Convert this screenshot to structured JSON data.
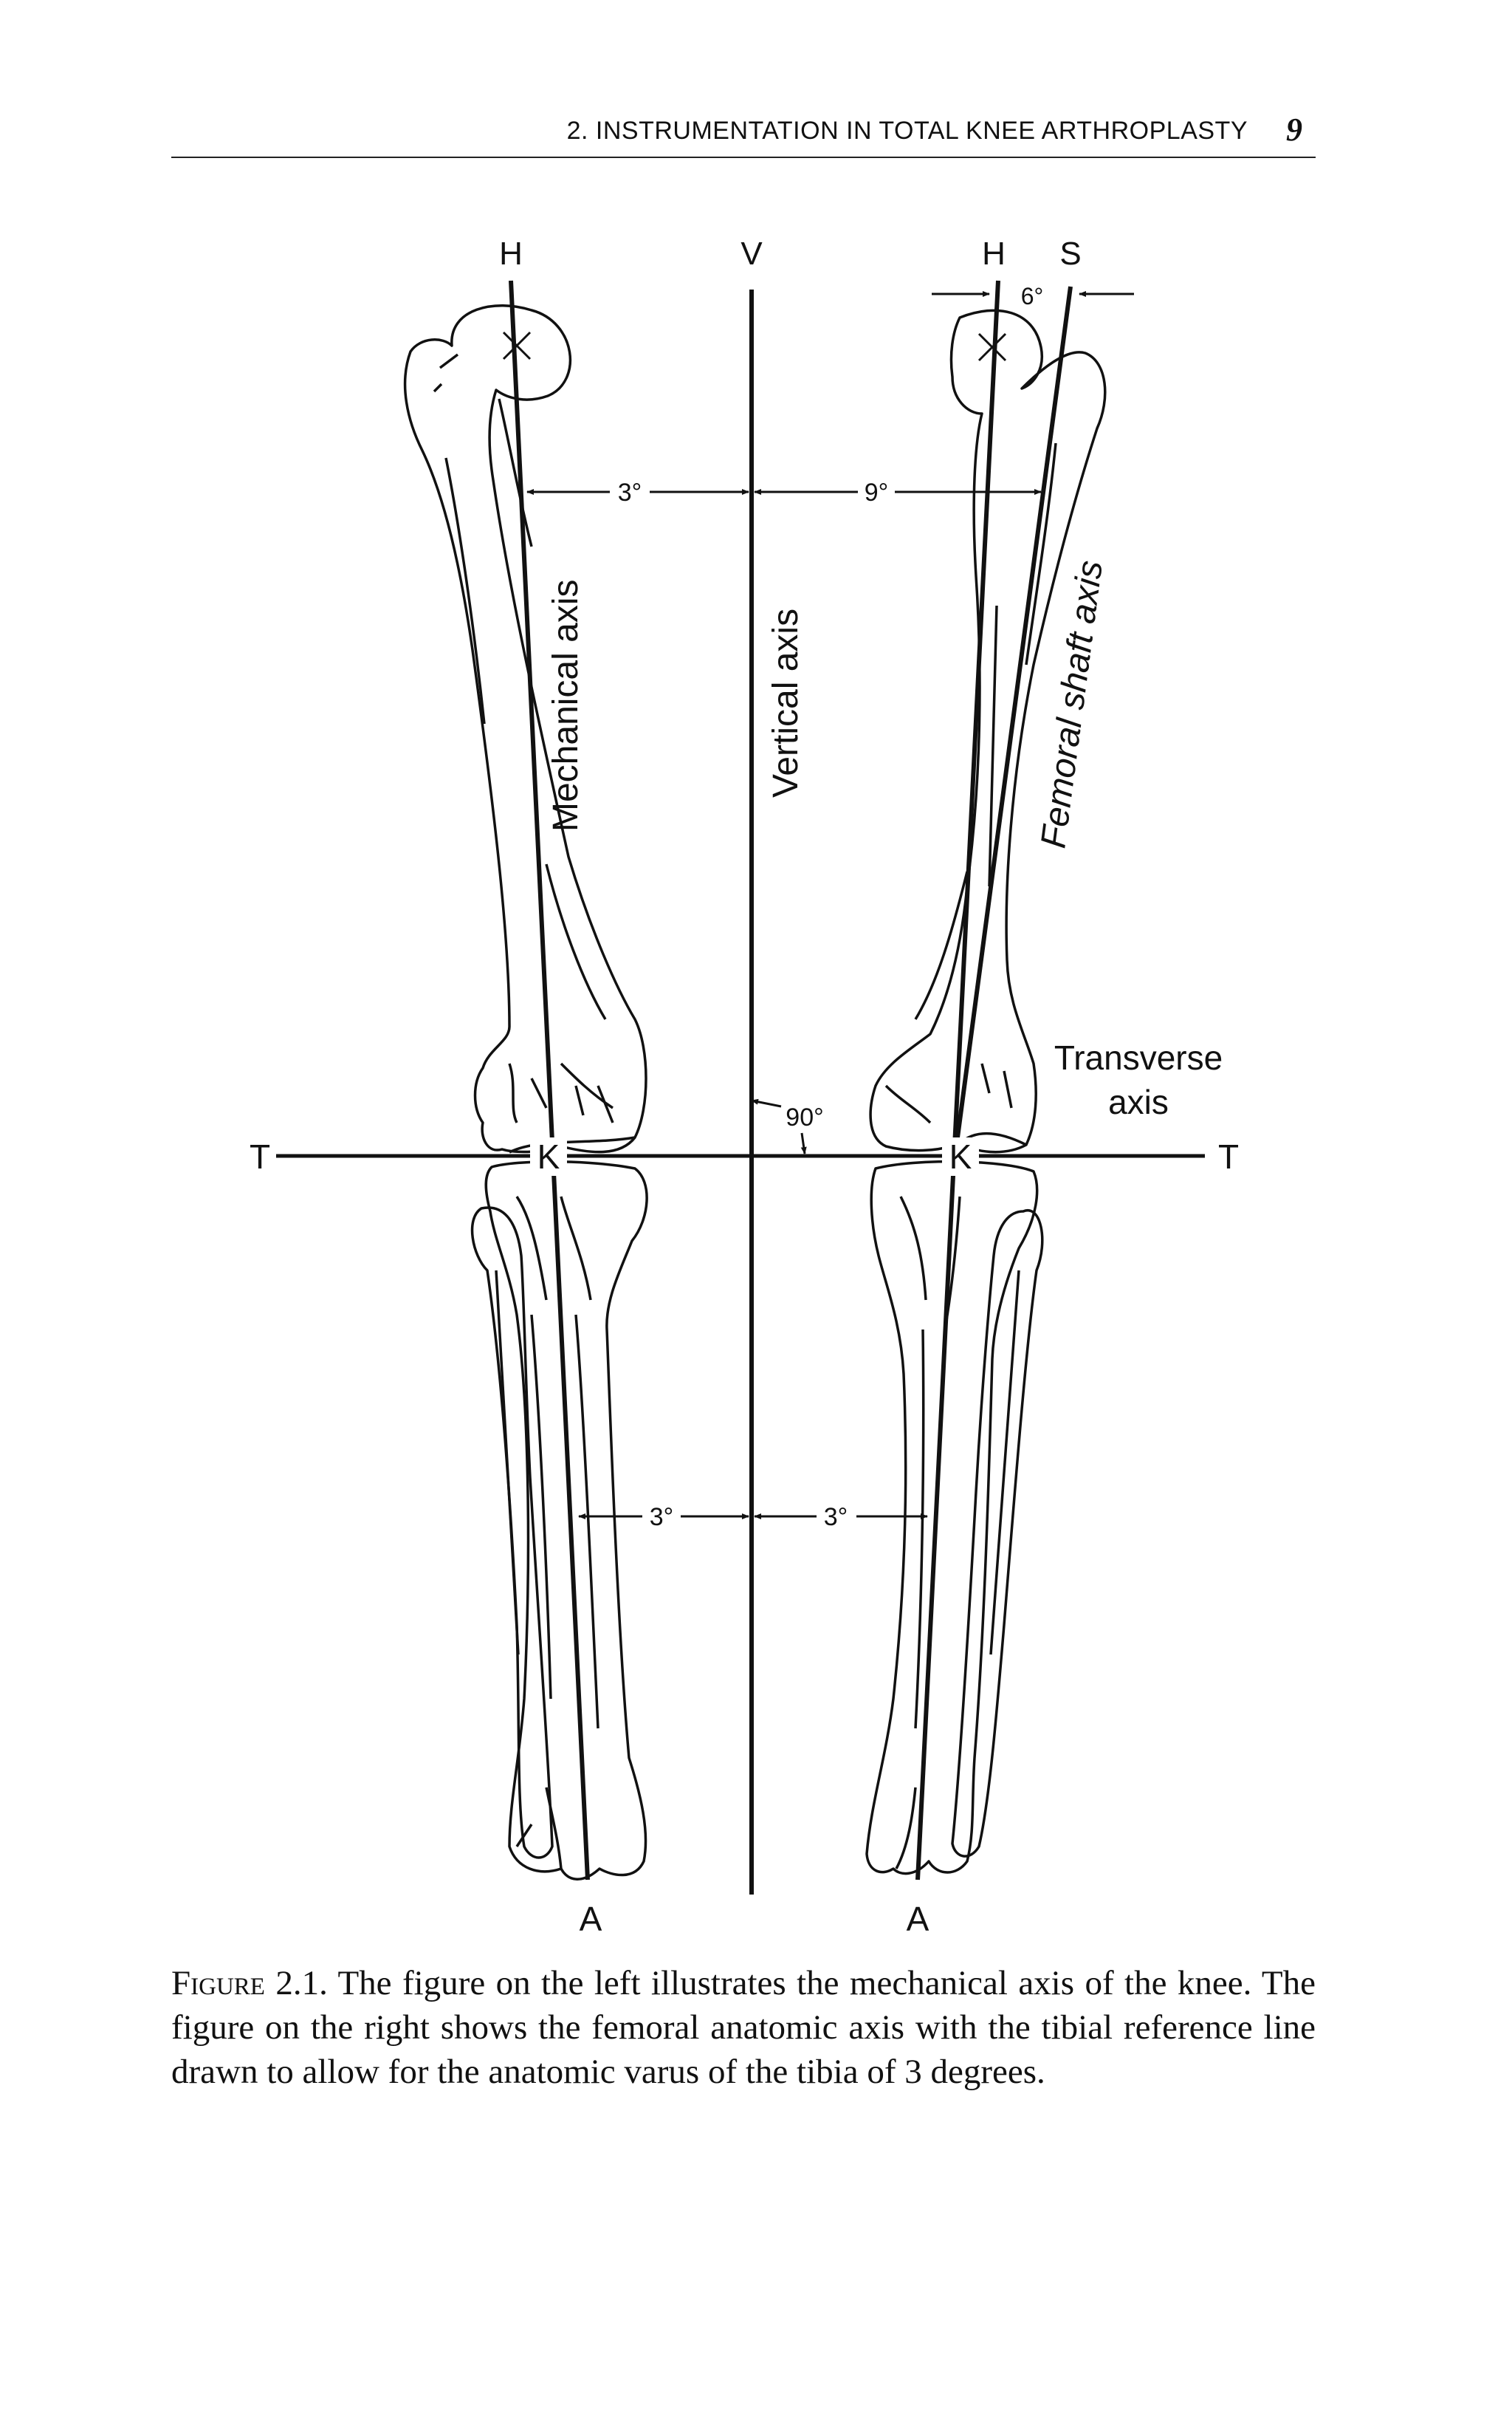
{
  "header": {
    "running_title": "2. INSTRUMENTATION IN TOTAL KNEE ARTHROPLASTY",
    "page_number": "9"
  },
  "figure": {
    "left_top_label": "H",
    "center_top_label": "V",
    "right_top_label_h": "H",
    "right_top_label_s": "S",
    "angle_hs": "6°",
    "angle_left_femur": "3°",
    "angle_right_femur": "9°",
    "mechanical_axis_label": "Mechanical axis",
    "vertical_axis_label": "Vertical axis",
    "femoral_shaft_axis_label": "Femoral shaft axis",
    "transverse_axis_line1": "Transverse",
    "transverse_axis_line2": "axis",
    "right_angle_label": "90°",
    "t_left": "T",
    "t_right": "T",
    "k_left": "K",
    "k_right": "K",
    "angle_left_tibia": "3°",
    "angle_right_tibia": "3°",
    "a_left": "A",
    "a_right": "A"
  },
  "caption": {
    "figure_number": "Figure 2.1.",
    "text": "The figure on the left illustrates the mechanical axis of the knee. The figure on the right shows the femoral anatomic axis with the tibial reference line drawn to allow for the anatomic varus of the tibia of 3 degrees."
  }
}
